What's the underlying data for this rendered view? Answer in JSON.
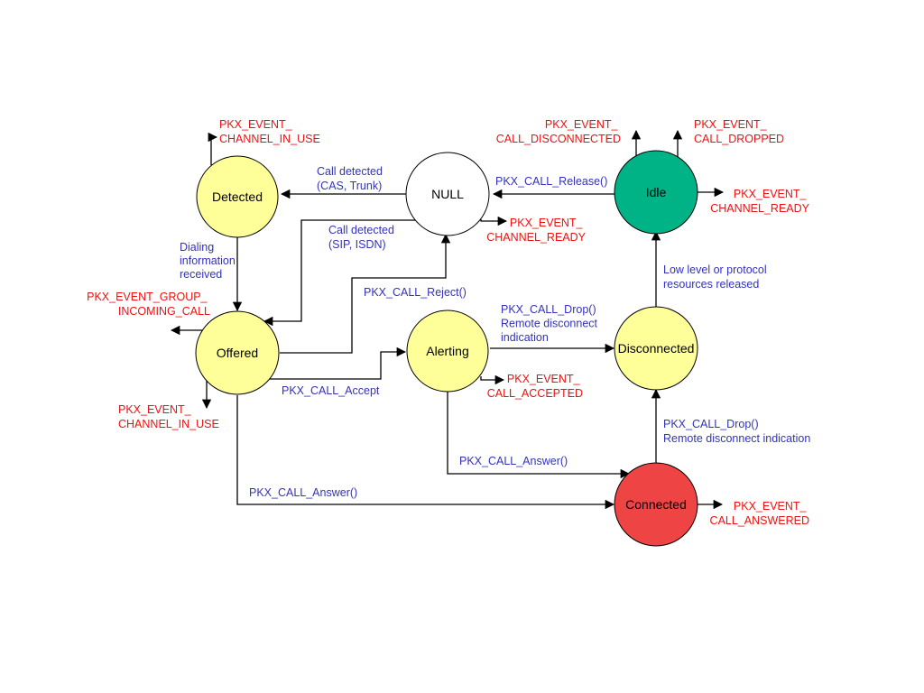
{
  "diagram": {
    "colors": {
      "event_label": "#ee1111",
      "transition_label": "#3333bb",
      "line": "#000000",
      "state_yellow": "#ffff99",
      "state_white": "#ffffff",
      "state_green": "#00b386",
      "state_red": "#ee4444"
    },
    "states": {
      "detected": {
        "name": "Detected",
        "fill": "#ffff99"
      },
      "null": {
        "name": "NULL",
        "fill": "#ffffff"
      },
      "idle": {
        "name": "Idle",
        "fill": "#00b386"
      },
      "offered": {
        "name": "Offered",
        "fill": "#ffff99"
      },
      "alerting": {
        "name": "Alerting",
        "fill": "#ffff99"
      },
      "disconnected": {
        "name": "Disconnected",
        "fill": "#ffff99"
      },
      "connected": {
        "name": "Connected",
        "fill": "#ee4444"
      }
    },
    "events": {
      "detected_channel_in_use": [
        "PKX_EVENT_",
        "CHANNEL_IN_USE"
      ],
      "idle_call_disconnected": [
        "PKX_EVENT_",
        "CALL_DISCONNECTED"
      ],
      "idle_call_dropped": [
        "PKX_EVENT_",
        "CALL_DROPPED"
      ],
      "idle_channel_ready": [
        "PKX_EVENT_",
        "CHANNEL_READY"
      ],
      "null_channel_ready": [
        "PKX_EVENT_",
        "CHANNEL_READY"
      ],
      "offered_group_incoming_call": [
        "PKX_EVENT_GROUP_",
        "INCOMING_CALL"
      ],
      "offered_channel_in_use": [
        "PKX_EVENT_",
        "CHANNEL_IN_USE"
      ],
      "alerting_call_accepted": [
        "PKX_EVENT_",
        "CALL_ACCEPTED"
      ],
      "connected_call_answered": [
        "PKX_EVENT_",
        "CALL_ANSWERED"
      ]
    },
    "transitions": {
      "null_to_detected": [
        "Call detected",
        "(CAS, Trunk)"
      ],
      "null_to_offered": [
        "Call detected",
        "(SIP, ISDN)"
      ],
      "detected_to_offered": [
        "Dialing",
        "information",
        "received"
      ],
      "idle_to_null": "PKX_CALL_Release()",
      "offered_to_null": "PKX_CALL_Reject()",
      "offered_to_alerting": "PKX_CALL_Accept",
      "alerting_to_disconnected": [
        "PKX_CALL_Drop()",
        "Remote disconnect",
        "indication"
      ],
      "disconnected_to_idle": [
        "Low level or protocol",
        "resources released"
      ],
      "alerting_to_connected": "PKX_CALL_Answer()",
      "offered_to_connected": "PKX_CALL_Answer()",
      "connected_to_disconnected": [
        "PKX_CALL_Drop()",
        "Remote disconnect indication"
      ]
    }
  }
}
